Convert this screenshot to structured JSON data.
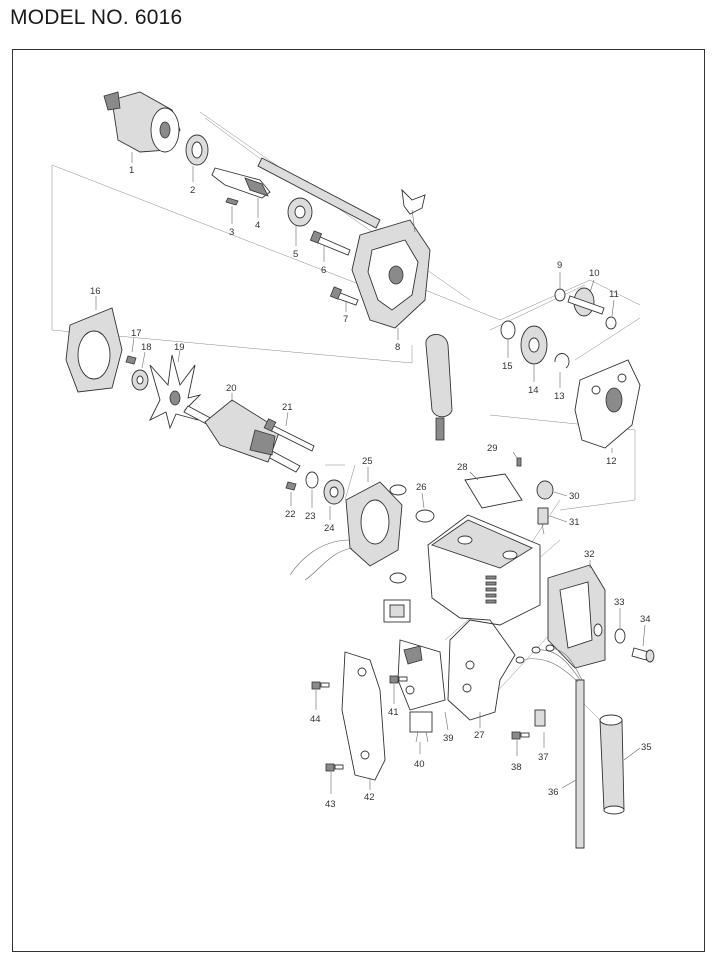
{
  "title": "MODEL NO. 6016",
  "part_labels": [
    "1",
    "2",
    "3",
    "4",
    "5",
    "6",
    "7",
    "8",
    "9",
    "10",
    "11",
    "12",
    "13",
    "14",
    "15",
    "16",
    "17",
    "18",
    "19",
    "20",
    "21",
    "22",
    "23",
    "24",
    "25",
    "26",
    "27",
    "28",
    "29",
    "30",
    "31",
    "32",
    "33",
    "34",
    "35",
    "36",
    "37",
    "38",
    "39",
    "40",
    "41",
    "42",
    "43",
    "44"
  ]
}
